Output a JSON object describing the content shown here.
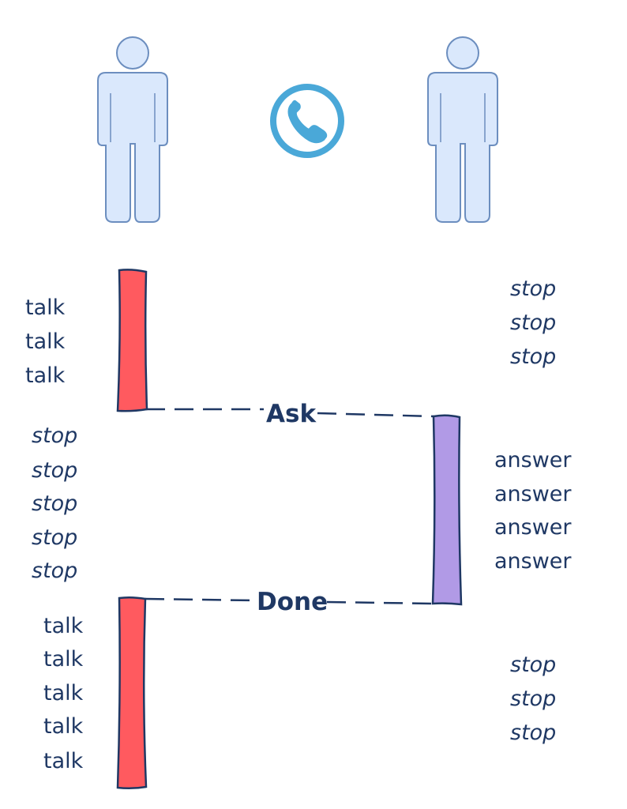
{
  "diagram": {
    "participants": [
      {
        "name": "person-left",
        "icon": "person-icon"
      },
      {
        "name": "person-right",
        "icon": "person-icon"
      }
    ],
    "call_icon": "phone-icon",
    "colors": {
      "person_fill": "#dae8fc",
      "person_stroke": "#6c8ebf",
      "phone": "#4aa8d8",
      "talk_bar": "#ff5a5f",
      "answer_bar": "#b19ae6",
      "bar_stroke": "#1f3864",
      "text": "#1f3864"
    },
    "messages": {
      "ask": "Ask",
      "done": "Done"
    },
    "left_talk_1": [
      "talk",
      "talk",
      "talk"
    ],
    "left_stop": [
      "stop",
      "stop",
      "stop",
      "stop",
      "stop"
    ],
    "left_talk_2": [
      "talk",
      "talk",
      "talk",
      "talk",
      "talk"
    ],
    "right_stop_1": [
      "stop",
      "stop",
      "stop"
    ],
    "right_answer": [
      "answer",
      "answer",
      "answer",
      "answer"
    ],
    "right_stop_2": [
      "stop",
      "stop",
      "stop"
    ]
  }
}
